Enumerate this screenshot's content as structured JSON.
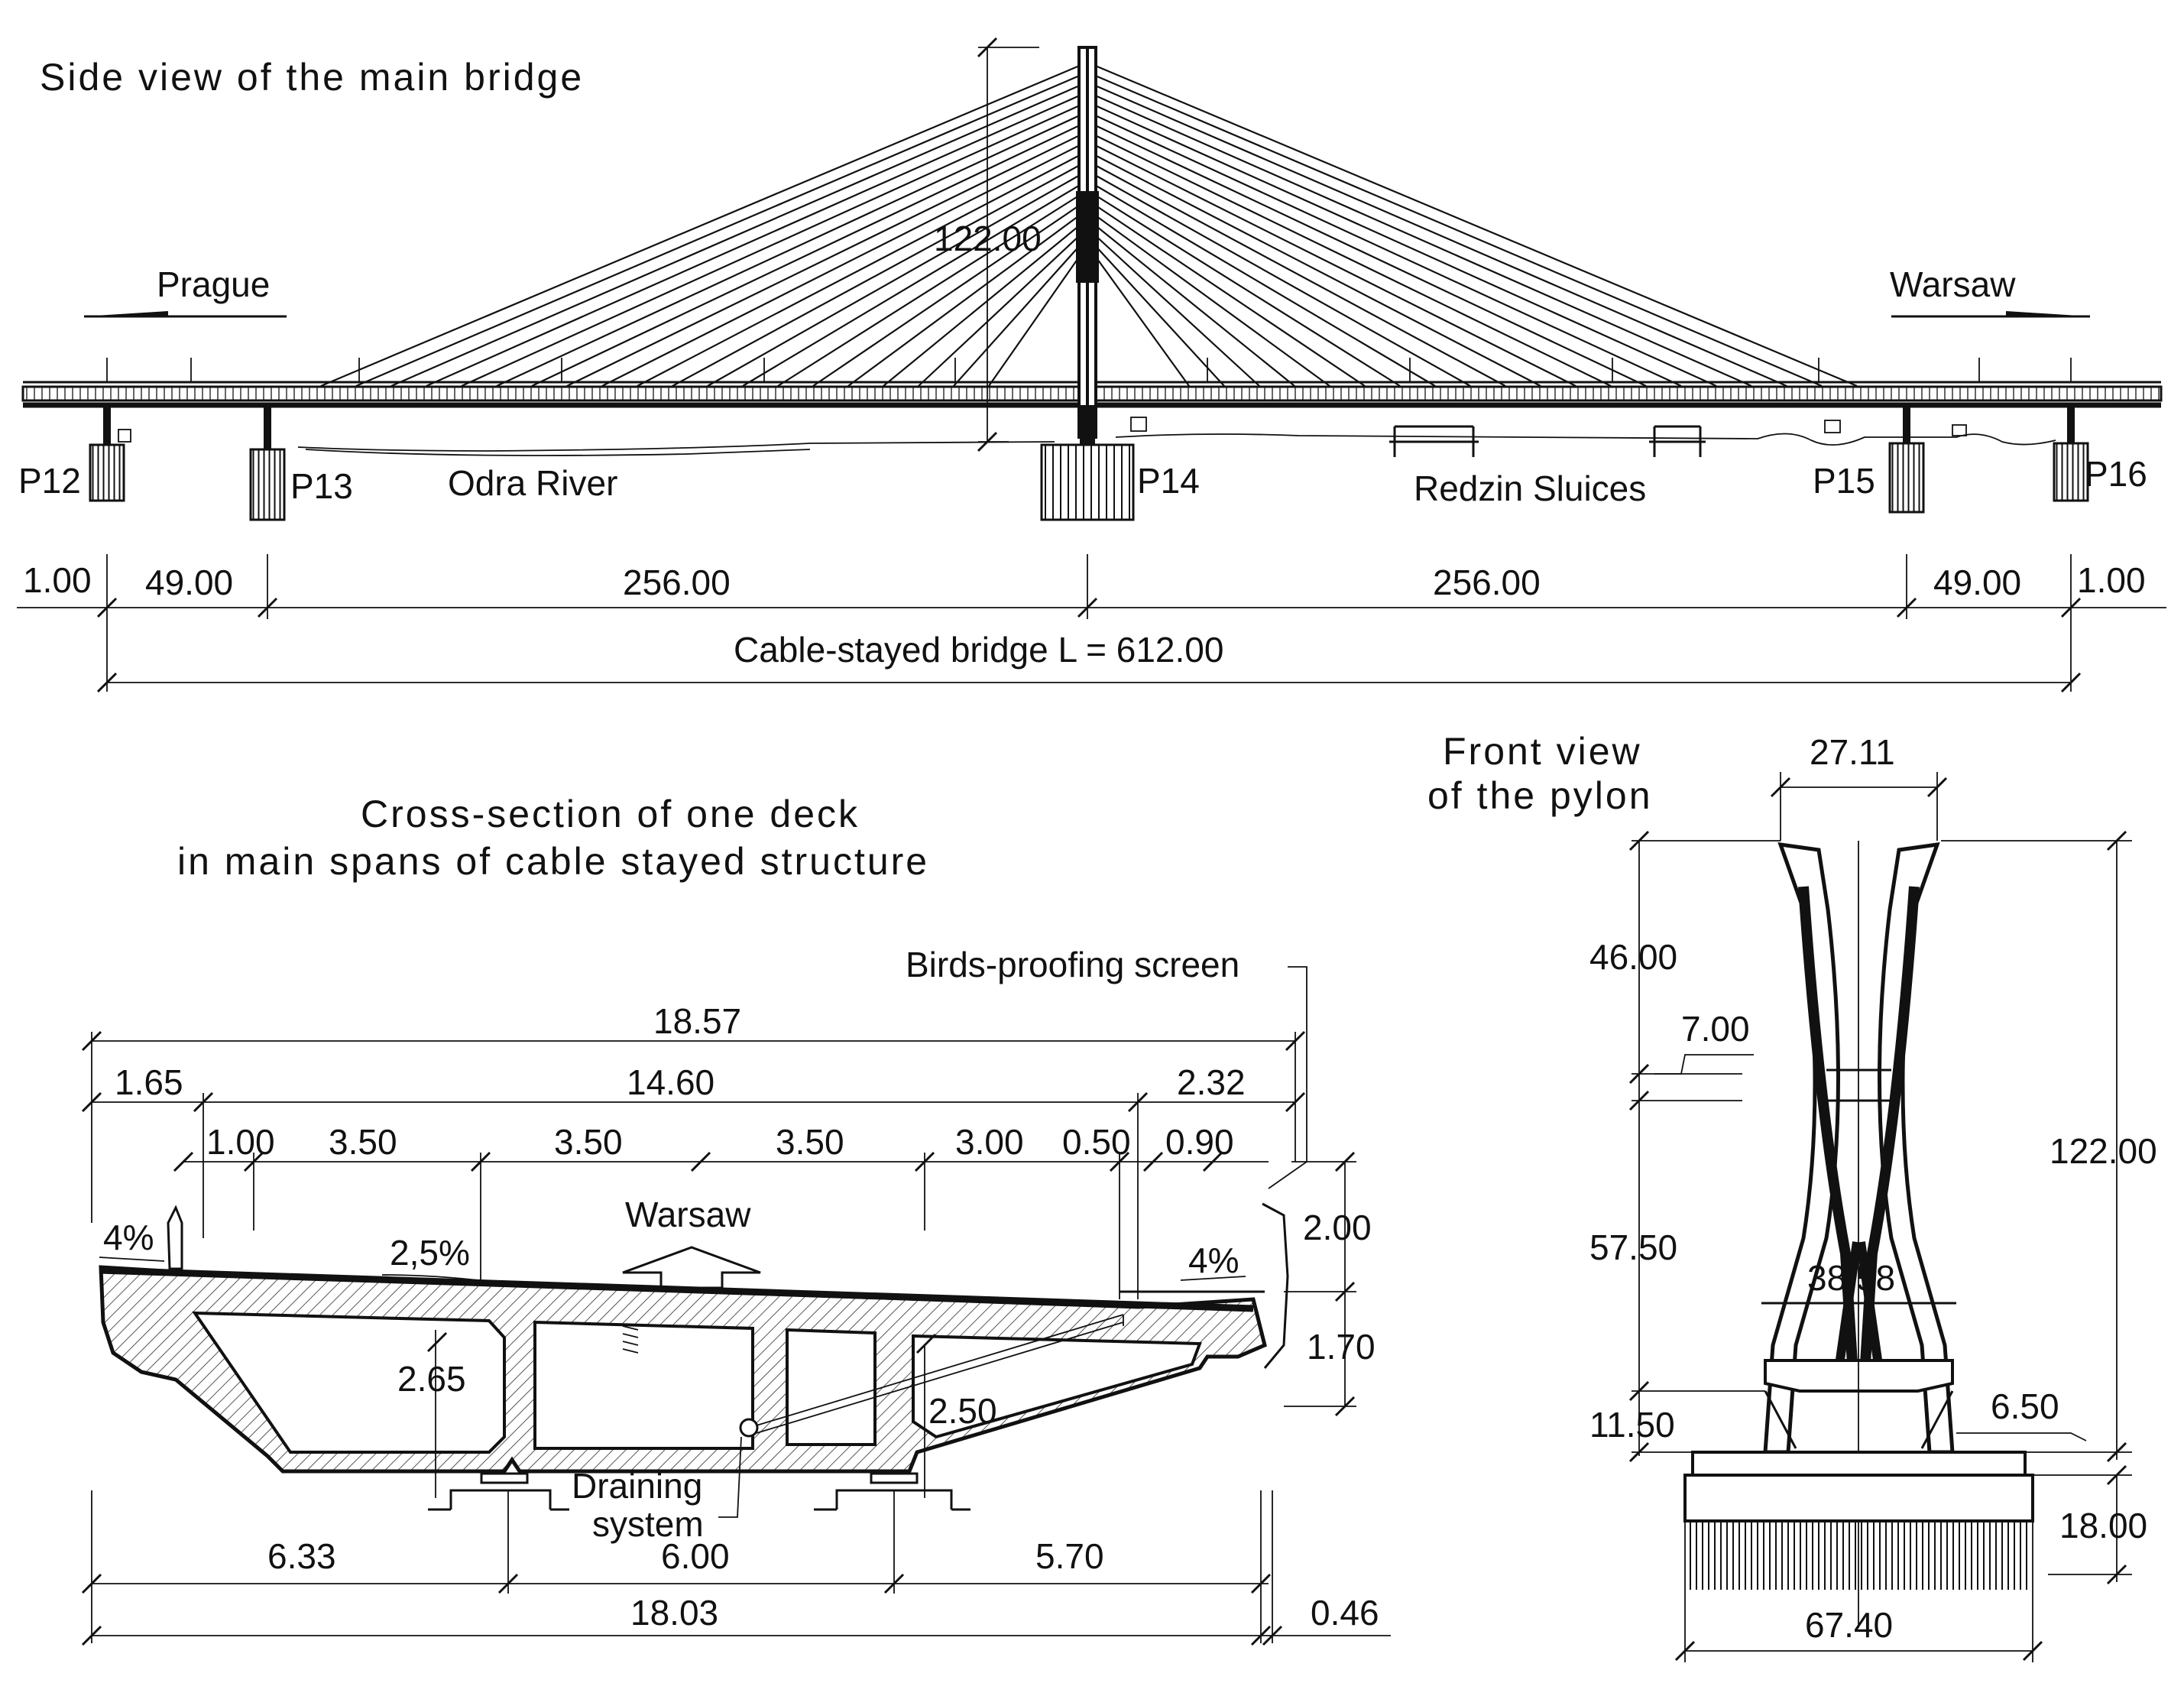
{
  "side_view": {
    "title": "Side view of the main bridge",
    "prague": "Prague",
    "warsaw": "Warsaw",
    "pylon_height": "122.00",
    "piers": [
      "P12",
      "P13",
      "P14",
      "P15",
      "P16"
    ],
    "river": "Odra River",
    "sluices": "Redzin Sluices",
    "spans": [
      "1.00",
      "49.00",
      "256.00",
      "256.00",
      "49.00",
      "1.00"
    ],
    "total": "Cable-stayed bridge L = 612.00"
  },
  "cross_section": {
    "title_line1": "Cross-section of one deck",
    "title_line2": "in main spans of cable stayed structure",
    "birds_screen": "Birds-proofing screen",
    "warsaw": "Warsaw",
    "draining_line1": "Draining",
    "draining_line2": "system",
    "top_total": "18.57",
    "left_cant": "1.65",
    "mid_width": "14.60",
    "right_part": "2.32",
    "lanes": [
      "1.00",
      "3.50",
      "3.50",
      "3.50",
      "3.00",
      "0.50",
      "0.90"
    ],
    "slope_left": "4%",
    "slope_mid": "2,5%",
    "slope_right": "4%",
    "height_screen": "2.00",
    "height_edge": "1.70",
    "depth_left": "2.65",
    "depth_right": "2.50",
    "bottom": [
      "6.33",
      "6.00",
      "5.70"
    ],
    "bottom_total": "18.03",
    "bottom_extra": "0.46"
  },
  "pylon": {
    "title_line1": "Front view",
    "title_line2": "of the pylon",
    "top_width": "27.11",
    "upper": "46.00",
    "joint": "7.00",
    "middle": "57.50",
    "lower": "11.50",
    "total_height": "122.00",
    "waist_width": "38.58",
    "base_step": "6.50",
    "foundation": "18.00",
    "foundation_width": "67.40"
  }
}
